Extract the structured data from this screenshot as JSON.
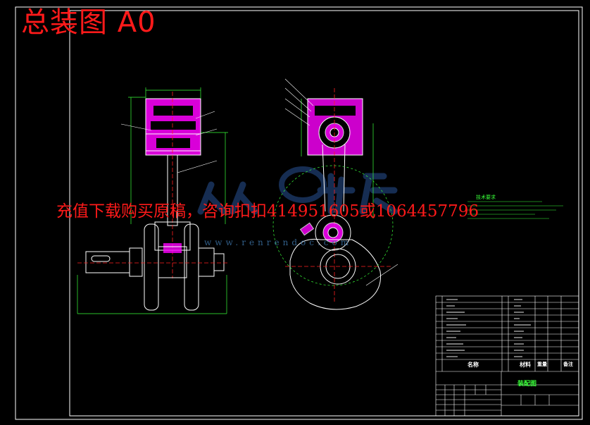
{
  "header": {
    "title": "总装图 A0"
  },
  "watermark": {
    "text": "充值下载购买原稿，咨询扣扣414951605或1064457796",
    "site": "www.renrendoc.com"
  },
  "technical_requirements": {
    "title": "技术要求"
  },
  "title_block": {
    "drawing_name": "装配图",
    "col_name": "名称",
    "col_material": "材料",
    "col_weight": "重量",
    "col_remarks": "备注"
  },
  "colors": {
    "background": "#000000",
    "frame": "#ffffff",
    "title": "#ff1a1a",
    "part_hatch": "#ff00ff",
    "dimension": "#39ff39",
    "logo": "#1e3c6e"
  }
}
